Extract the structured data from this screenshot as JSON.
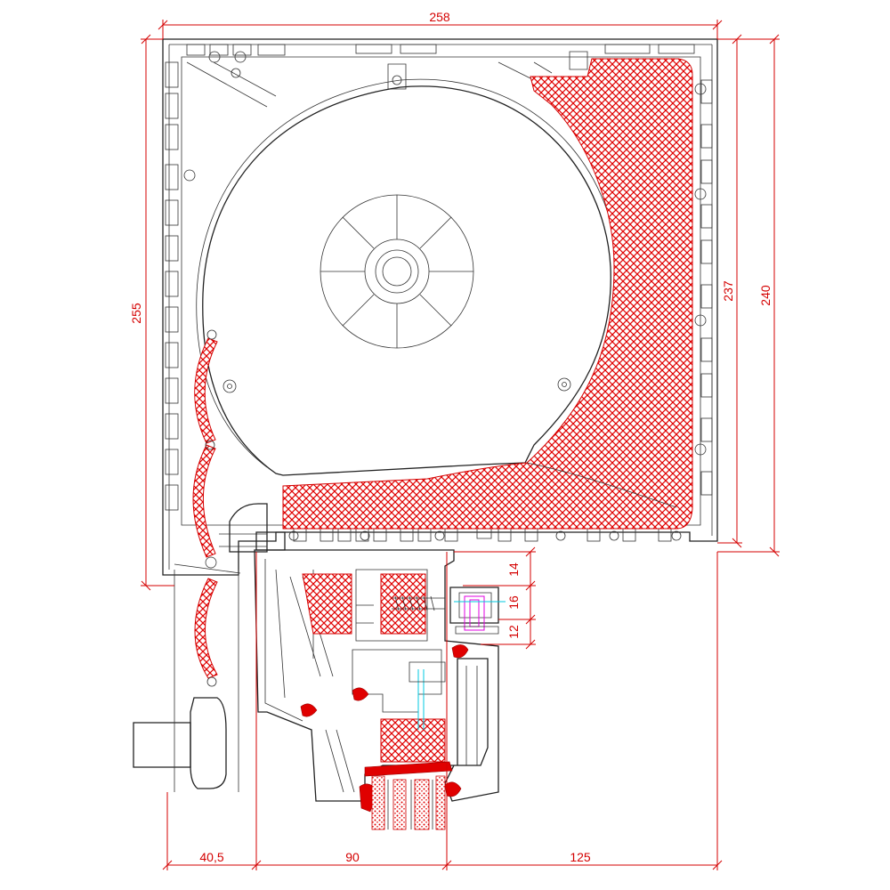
{
  "dimensions": {
    "top_width": "258",
    "left_height": "255",
    "right_inner_height": "237",
    "right_outer_height": "240",
    "bottom_left": "40,5",
    "bottom_mid": "90",
    "bottom_right": "125",
    "small_a": "14",
    "small_b": "16",
    "small_c": "12"
  },
  "colors": {
    "dimension": "#d40000",
    "insulation": "#e00000",
    "gasket_cyan": "#00c8e0",
    "gasket_magenta": "#e000e0"
  }
}
